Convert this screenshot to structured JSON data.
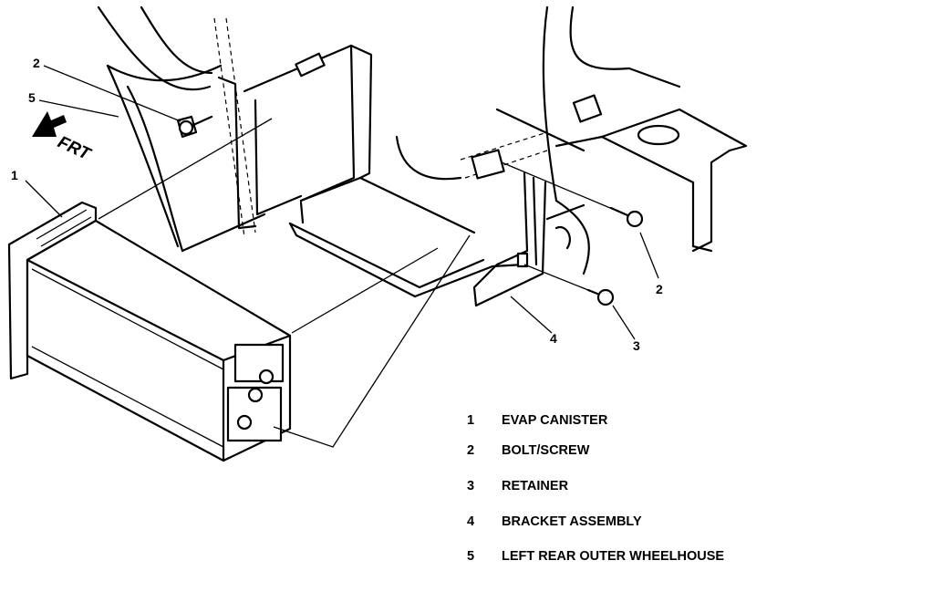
{
  "direction": {
    "label": "FRT",
    "icon": "arrow-front-icon"
  },
  "callouts": [
    {
      "num": "1"
    },
    {
      "num": "2"
    },
    {
      "num": "5"
    },
    {
      "num": "2"
    },
    {
      "num": "3"
    },
    {
      "num": "4"
    }
  ],
  "legend": [
    {
      "num": "1",
      "label": "EVAP CANISTER"
    },
    {
      "num": "2",
      "label": "BOLT/SCREW"
    },
    {
      "num": "3",
      "label": "RETAINER"
    },
    {
      "num": "4",
      "label": "BRACKET ASSEMBLY"
    },
    {
      "num": "5",
      "label": "LEFT REAR OUTER WHEELHOUSE"
    }
  ]
}
